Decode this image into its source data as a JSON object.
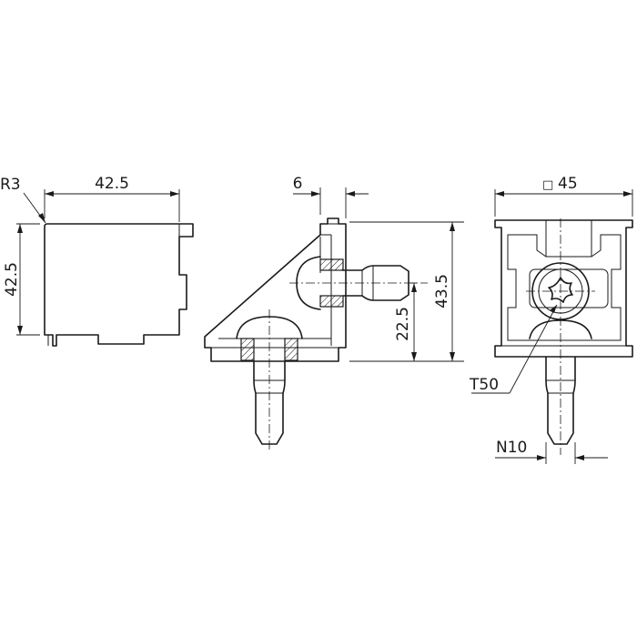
{
  "dimensions": {
    "front_radius": "R3",
    "front_width": "42.5",
    "front_height": "42.5",
    "side_thickness": "6",
    "side_offset": "22.5",
    "side_height": "43.5",
    "top_square_symbol": "□",
    "top_square": "45",
    "drive": "T50",
    "slot": "N10"
  }
}
